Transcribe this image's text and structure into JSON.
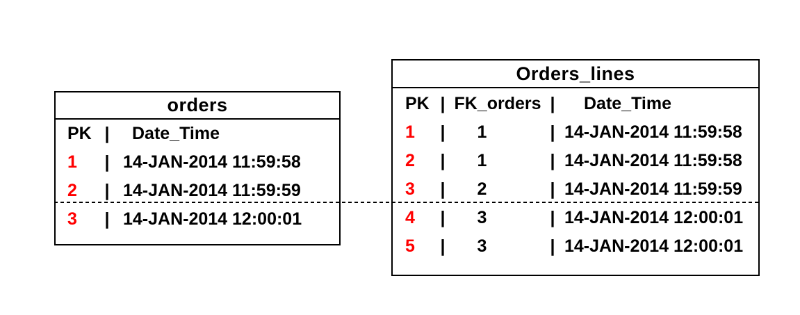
{
  "separator": "|",
  "colors": {
    "background": "#ffffff",
    "text": "#000000",
    "primary_key": "#ff0000",
    "border": "#000000"
  },
  "tables": [
    {
      "title": "orders",
      "columns": {
        "pk": "PK",
        "date_time": "Date_Time"
      },
      "rows": [
        {
          "pk": "1",
          "date_time": "14-JAN-2014 11:59:58"
        },
        {
          "pk": "2",
          "date_time": "14-JAN-2014 11:59:59"
        },
        {
          "pk": "3",
          "date_time": "14-JAN-2014 12:00:01"
        }
      ]
    },
    {
      "title": "Orders_lines",
      "columns": {
        "pk": "PK",
        "fk": "FK_orders",
        "date_time": "Date_Time"
      },
      "rows": [
        {
          "pk": "1",
          "fk": "1",
          "date_time": "14-JAN-2014 11:59:58"
        },
        {
          "pk": "2",
          "fk": "1",
          "date_time": "14-JAN-2014 11:59:58"
        },
        {
          "pk": "3",
          "fk": "2",
          "date_time": "14-JAN-2014 11:59:59"
        },
        {
          "pk": "4",
          "fk": "3",
          "date_time": "14-JAN-2014 12:00:01"
        },
        {
          "pk": "5",
          "fk": "3",
          "date_time": "14-JAN-2014 12:00:01"
        }
      ]
    }
  ]
}
